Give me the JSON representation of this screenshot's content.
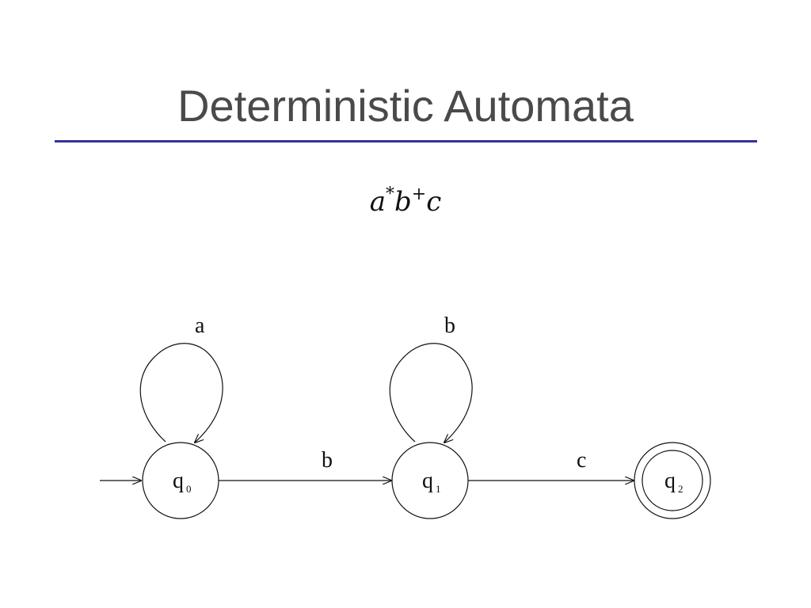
{
  "slide": {
    "title": "Deterministic Automata",
    "regex": {
      "parts": [
        {
          "base": "a",
          "sup": "*"
        },
        {
          "base": "b",
          "sup": "+"
        },
        {
          "base": "c",
          "sup": ""
        }
      ]
    }
  },
  "automaton": {
    "states": [
      {
        "id": "q0",
        "label": "q",
        "subscript": "0",
        "initial": true,
        "accepting": false
      },
      {
        "id": "q1",
        "label": "q",
        "subscript": "1",
        "initial": false,
        "accepting": false
      },
      {
        "id": "q2",
        "label": "q",
        "subscript": "2",
        "initial": false,
        "accepting": true
      }
    ],
    "transitions": [
      {
        "from": "q0",
        "to": "q0",
        "symbol": "a"
      },
      {
        "from": "q0",
        "to": "q1",
        "symbol": "b"
      },
      {
        "from": "q1",
        "to": "q1",
        "symbol": "b"
      },
      {
        "from": "q1",
        "to": "q2",
        "symbol": "c"
      }
    ]
  },
  "colors": {
    "title_text": "#4a4a4a",
    "title_rule": "#333399",
    "diagram_stroke": "#111111"
  }
}
